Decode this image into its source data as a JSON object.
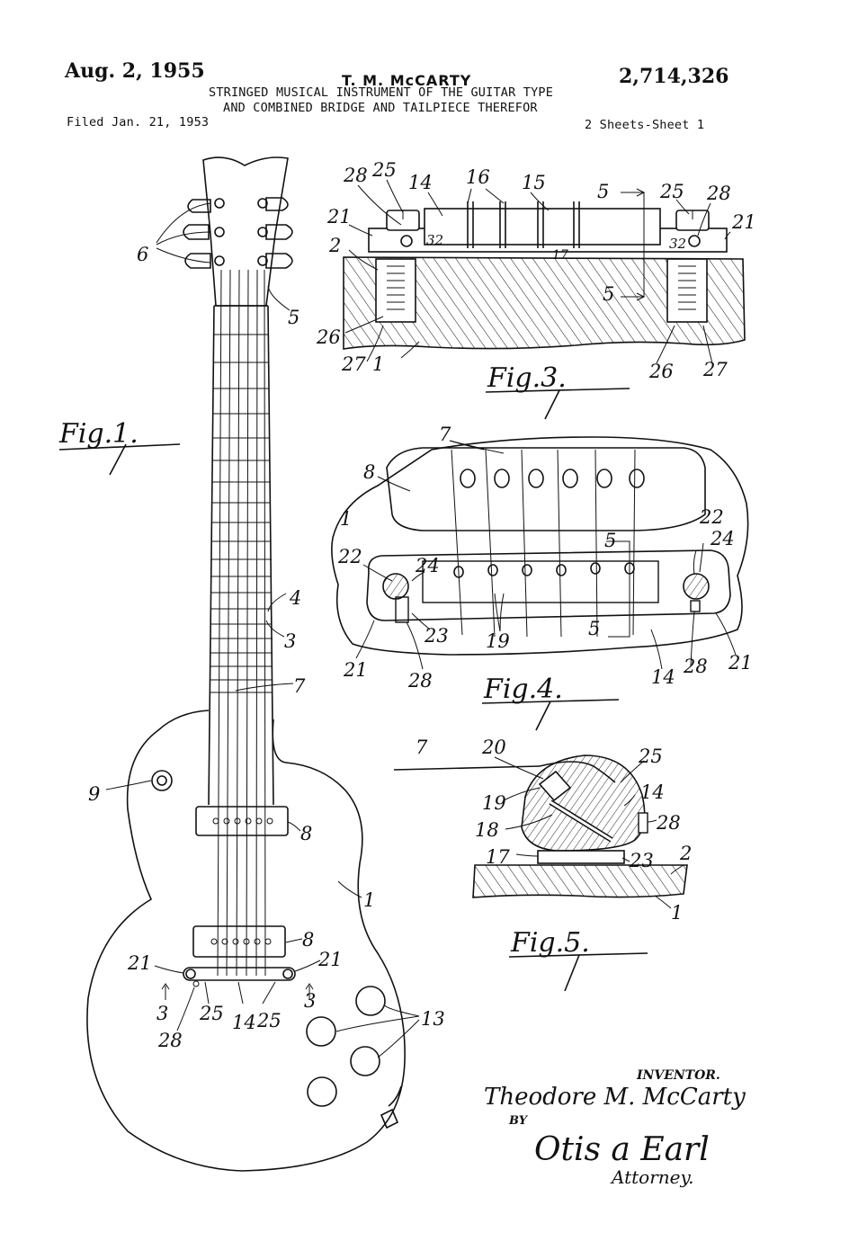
{
  "header": {
    "date": "Aug. 2, 1955",
    "inventor_name": "T. M. McCARTY",
    "patent_number": "2,714,326",
    "title_line1": "STRINGED MUSICAL INSTRUMENT OF THE GUITAR TYPE",
    "title_line2": "AND COMBINED BRIDGE AND TAILPIECE THEREFOR",
    "filed": "Filed Jan. 21, 1953",
    "sheets": "2 Sheets-Sheet 1"
  },
  "figures": {
    "fig1": {
      "label": "Fig.1.",
      "refs": {
        "r6": "6",
        "r5": "5",
        "r4": "4",
        "r3": "3",
        "r7": "7",
        "r9": "9",
        "r8a": "8",
        "r8b": "8",
        "r1": "1",
        "r21a": "21",
        "r21b": "21",
        "r3a": "3",
        "r3b": "3",
        "r25a": "25",
        "r14": "14",
        "r25b": "25",
        "r28": "28",
        "r13": "13"
      }
    },
    "fig3": {
      "label": "Fig.3.",
      "refs": {
        "r28a": "28",
        "r25a": "25",
        "r14": "14",
        "r16": "16",
        "r15": "15",
        "r5": "5",
        "r25b": "25",
        "r28b": "28",
        "r21a": "21",
        "r21b": "21",
        "r32a": "32",
        "r32b": "32",
        "r2": "2",
        "r17": "17",
        "r26a": "26",
        "r27a": "27",
        "r1": "1",
        "r26b": "26",
        "r27b": "27",
        "r5b": "5"
      }
    },
    "fig4": {
      "label": "Fig.4.",
      "refs": {
        "r7": "7",
        "r8": "8",
        "r1": "1",
        "r22a": "22",
        "r24a": "24",
        "r22b": "22",
        "r24b": "24",
        "r5a": "5",
        "r23": "23",
        "r19": "19",
        "r21a": "21",
        "r28a": "28",
        "r5b": "5",
        "r14": "14",
        "r28b": "28",
        "r21b": "21"
      }
    },
    "fig5": {
      "label": "Fig.5.",
      "refs": {
        "r7": "7",
        "r20": "20",
        "r25": "25",
        "r19": "19",
        "r14": "14",
        "r18": "18",
        "r28": "28",
        "r17": "17",
        "r23": "23",
        "r2": "2",
        "r1": "1"
      }
    }
  },
  "signature": {
    "inventor_label": "INVENTOR.",
    "inventor_sig": "Theodore M. McCarty",
    "by": "BY",
    "attorney_sig": "Otis a Earl",
    "attorney_label": "Attorney."
  },
  "colors": {
    "ink": "#111111",
    "paper": "#ffffff"
  }
}
